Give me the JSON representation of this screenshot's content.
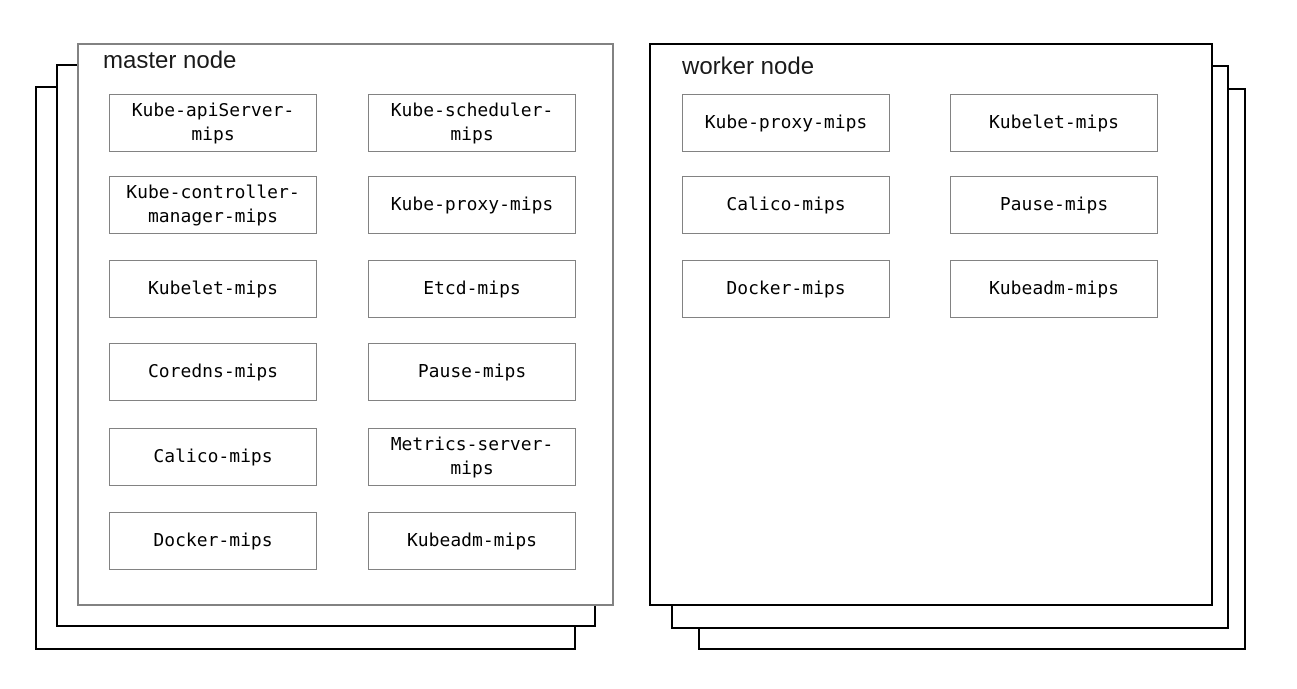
{
  "master": {
    "title": "master node",
    "components": [
      "Kube-apiServer-mips",
      "Kube-scheduler-mips",
      "Kube-controller-manager-mips",
      "Kube-proxy-mips",
      "Kubelet-mips",
      "Etcd-mips",
      "Coredns-mips",
      "Pause-mips",
      "Calico-mips",
      "Metrics-server-mips",
      "Docker-mips",
      "Kubeadm-mips"
    ],
    "stack_layers": 3
  },
  "worker": {
    "title": "worker node",
    "components": [
      "Kube-proxy-mips",
      "Kubelet-mips",
      "Calico-mips",
      "Pause-mips",
      "Docker-mips",
      "Kubeadm-mips"
    ],
    "stack_layers": 3
  },
  "colors": {
    "background": "#ffffff",
    "stack_border": "#000000",
    "panel_border_master": "#828282",
    "panel_border_worker": "#000000",
    "component_border": "#828282",
    "text": "#000000"
  }
}
